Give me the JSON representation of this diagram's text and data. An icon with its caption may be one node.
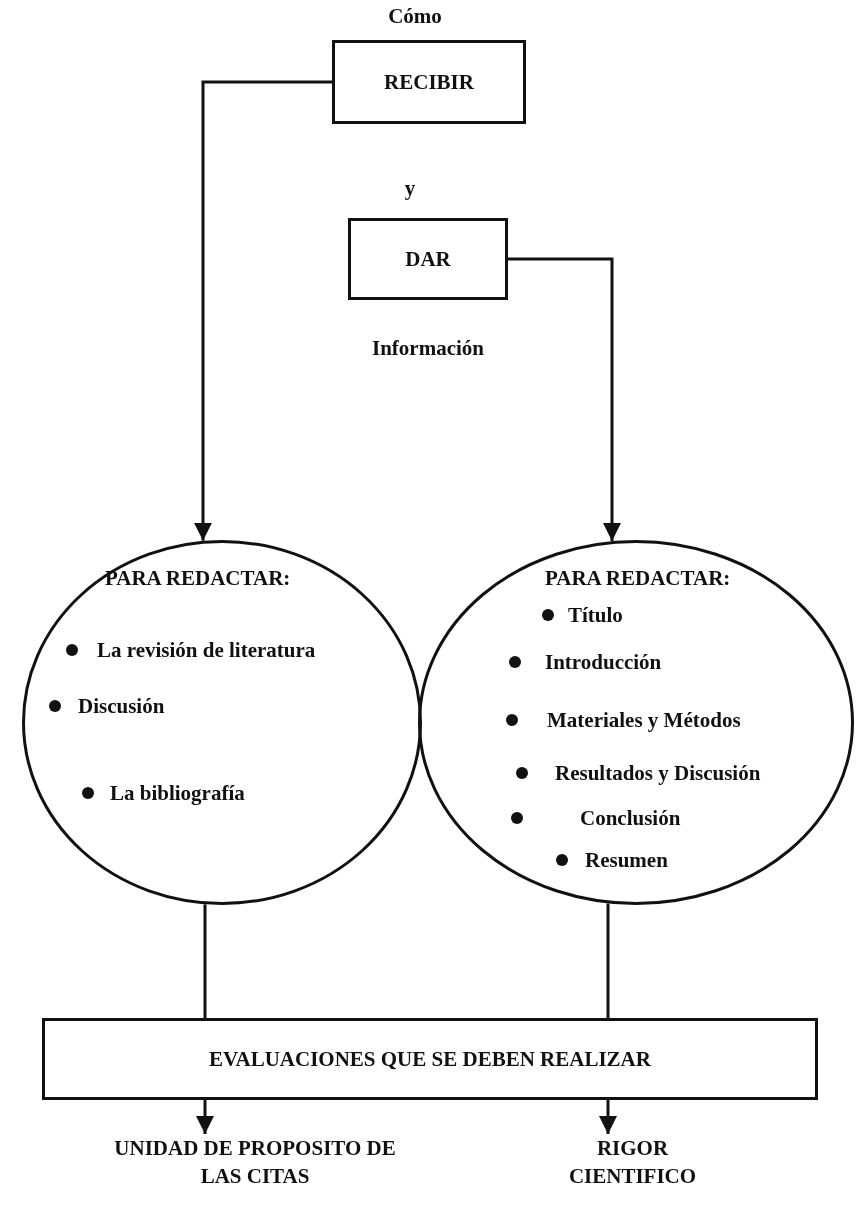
{
  "diagram": {
    "nodes": [
      {
        "text": [
          "RECIBIR"
        ]
      },
      {
        "text": [
          "DAR"
        ]
      },
      {
        "text": [
          "PARA REDACTAR:",
          "La revisión de literatura",
          "Discusión",
          "La bibliografía"
        ]
      },
      {
        "text": [
          "PARA REDACTAR:",
          "Título",
          "Introducción",
          "Materiales y Métodos",
          "Resultados y Discusión",
          "Conclusión",
          "Resumen"
        ]
      },
      {
        "text": [
          "EVALUACIONES QUE SE DEBEN REALIZAR"
        ]
      },
      {
        "text": [
          "UNIDAD DE PROPOSITO DE LAS CITAS"
        ]
      },
      {
        "text": [
          "RIGOR CIENTIFICO"
        ]
      }
    ],
    "edges": [
      {
        "from": 0,
        "to": 2,
        "arrow": "to"
      },
      {
        "from": 1,
        "to": 3,
        "arrow": "to"
      },
      {
        "from": 2,
        "to": 4,
        "arrow": "none"
      },
      {
        "from": 3,
        "to": 4,
        "arrow": "none"
      },
      {
        "from": 4,
        "to": 5,
        "arrow": "to"
      },
      {
        "from": 4,
        "to": 6,
        "arrow": "to"
      }
    ],
    "labels": [
      "Cómo",
      "y",
      "Información"
    ]
  }
}
